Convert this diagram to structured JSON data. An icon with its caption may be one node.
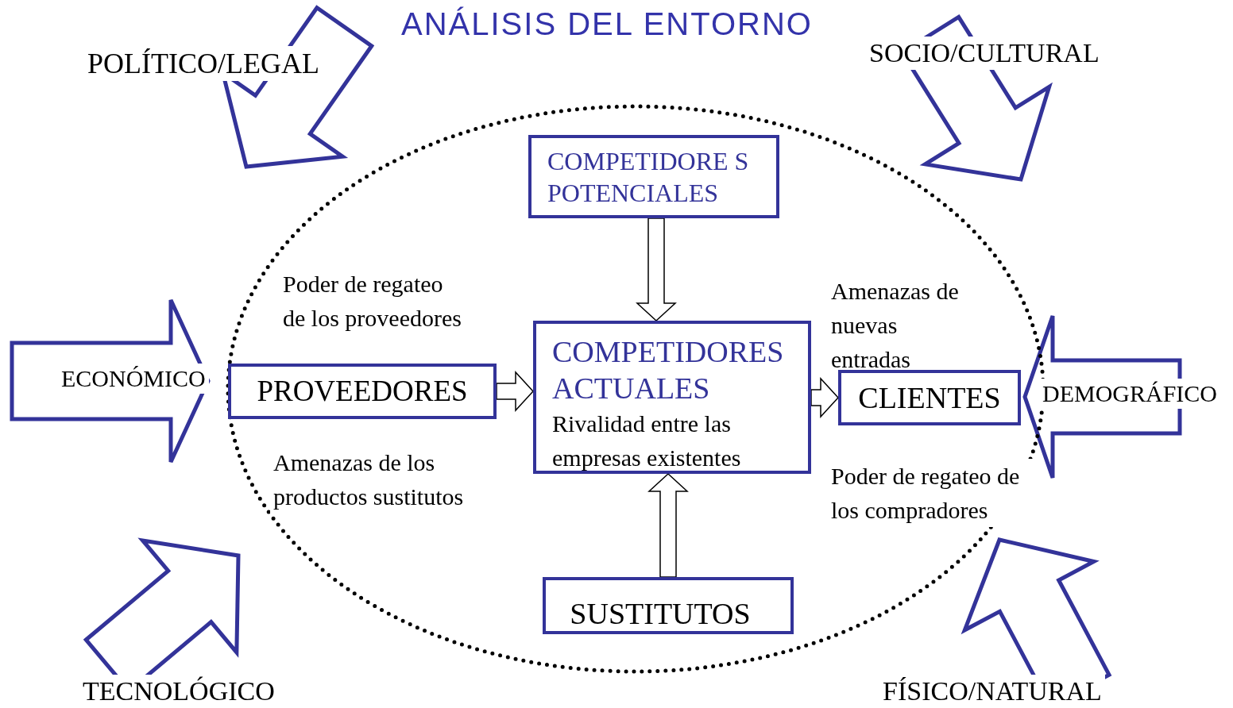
{
  "diagram": {
    "title": "ANÁLISIS DEL ENTORNO",
    "nodes": [
      {
        "text": [
          "COMPETIDORE S POTENCIALES"
        ]
      },
      {
        "text": [
          "PROVEEDORES"
        ]
      },
      {
        "text": [
          "COMPETIDORES ACTUALES",
          "Rivalidad entre las empresas existentes"
        ]
      },
      {
        "text": [
          "CLIENTES"
        ]
      },
      {
        "text": [
          "SUSTITUTOS"
        ]
      }
    ],
    "edges": [
      {
        "from": 0,
        "to": 2,
        "arrow": "to"
      },
      {
        "from": 1,
        "to": 2,
        "arrow": "to"
      },
      {
        "from": 2,
        "to": 3,
        "arrow": "to"
      },
      {
        "from": 4,
        "to": 2,
        "arrow": "to"
      }
    ],
    "labels": [
      "POLÍTICO/LEGAL",
      "SOCIO/CULTURAL",
      "Poder de regateo de los proveedores",
      "Amenazas de nuevas entradas",
      "ECONÓMICO",
      "DEMOGRÁFICO",
      "Amenazas de los productos sustitutos",
      "Poder de regateo de los compradores",
      "TECNOLÓGICO",
      "FÍSICO/NATURAL"
    ]
  }
}
